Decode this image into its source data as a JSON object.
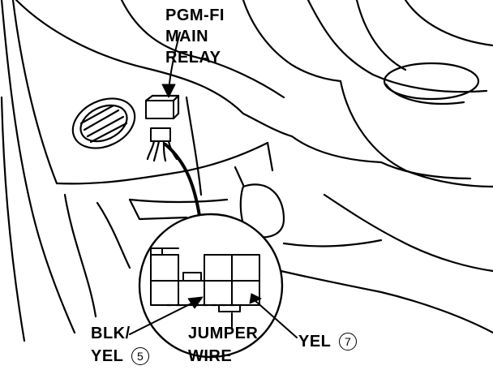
{
  "labels": {
    "relay_line1": "PGM-FI",
    "relay_line2": "MAIN",
    "relay_line3": "RELAY",
    "blk_line1": "BLK/",
    "blk_line2": "YEL",
    "blk_pin": "5",
    "jumper_line1": "JUMPER",
    "jumper_line2": "WIRE",
    "yel": "YEL",
    "yel_pin": "7"
  },
  "colors": {
    "ink": "#000000",
    "paper": "#ffffff"
  }
}
